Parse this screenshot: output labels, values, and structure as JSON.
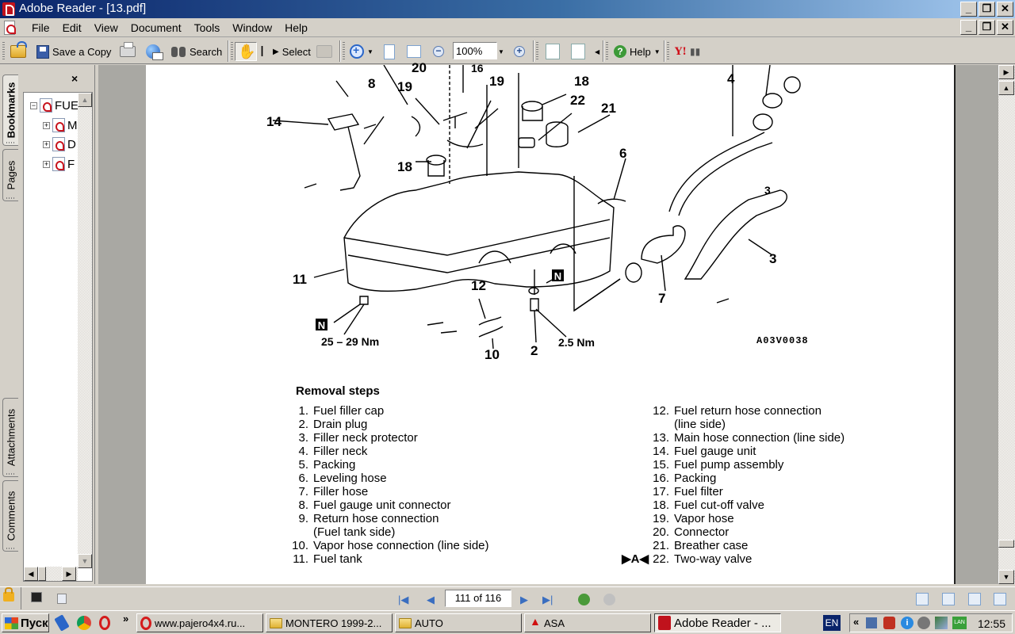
{
  "window": {
    "title": "Adobe Reader - [13.pdf]",
    "minimize": "_",
    "restore": "❐",
    "close": "✕"
  },
  "menu": {
    "items": [
      "File",
      "Edit",
      "View",
      "Document",
      "Tools",
      "Window",
      "Help"
    ]
  },
  "toolbar": {
    "save_copy": "Save a Copy",
    "search": "Search",
    "select": "Select",
    "zoom_value": "100%",
    "help": "Help",
    "yahoo": "Y!"
  },
  "nav_tabs": [
    "Bookmarks",
    "Pages",
    "Attachments",
    "Comments"
  ],
  "bookmarks": {
    "close": "×",
    "items": [
      {
        "label": "FUEL",
        "toggle": "−",
        "level": 0
      },
      {
        "label": "M",
        "toggle": "+",
        "level": 1
      },
      {
        "label": "D",
        "toggle": "+",
        "level": 1
      },
      {
        "label": "F",
        "toggle": "+",
        "level": 1
      }
    ]
  },
  "diagram": {
    "callouts": [
      "14",
      "8",
      "19",
      "20",
      "16",
      "19",
      "18",
      "22",
      "21",
      "18",
      "4",
      "6",
      "3",
      "3",
      "7",
      "11",
      "12",
      "10",
      "2"
    ],
    "torque_left": "25 – 29 Nm",
    "torque_right": "2.5 Nm",
    "new_part_marker": "N",
    "figure_code": "A03V0038"
  },
  "removal": {
    "title": "Removal steps",
    "left": [
      {
        "num": "1.",
        "lines": [
          "Fuel filler cap"
        ]
      },
      {
        "num": "2.",
        "lines": [
          "Drain plug"
        ]
      },
      {
        "num": "3.",
        "lines": [
          "Filler neck protector"
        ]
      },
      {
        "num": "4.",
        "lines": [
          "Filler neck"
        ]
      },
      {
        "num": "5.",
        "lines": [
          "Packing"
        ]
      },
      {
        "num": "6.",
        "lines": [
          "Leveling hose"
        ]
      },
      {
        "num": "7.",
        "lines": [
          "Filler hose"
        ]
      },
      {
        "num": "8.",
        "lines": [
          "Fuel gauge unit connector"
        ]
      },
      {
        "num": "9.",
        "lines": [
          "Return hose connection",
          "(Fuel tank side)"
        ]
      },
      {
        "num": "10.",
        "lines": [
          "Vapor hose connection (line side)"
        ]
      },
      {
        "num": "11.",
        "lines": [
          "Fuel tank"
        ]
      }
    ],
    "right": [
      {
        "num": "12.",
        "lines": [
          "Fuel return hose connection",
          "(line side)"
        ]
      },
      {
        "num": "13.",
        "lines": [
          "Main hose connection (line side)"
        ]
      },
      {
        "num": "14.",
        "lines": [
          "Fuel gauge unit"
        ]
      },
      {
        "num": "15.",
        "lines": [
          "Fuel pump assembly"
        ]
      },
      {
        "num": "16.",
        "lines": [
          "Packing"
        ]
      },
      {
        "num": "17.",
        "lines": [
          "Fuel filter"
        ]
      },
      {
        "num": "18.",
        "lines": [
          "Fuel cut-off valve"
        ]
      },
      {
        "num": "19.",
        "lines": [
          "Vapor hose"
        ]
      },
      {
        "num": "20.",
        "lines": [
          "Connector"
        ]
      },
      {
        "num": "21.",
        "lines": [
          "Breather case"
        ]
      },
      {
        "num": "22.",
        "lines": [
          "Two-way valve"
        ],
        "mark": "▶A◀"
      }
    ]
  },
  "statusbar": {
    "page_display": "111 of 116",
    "current_page": 111,
    "total_pages": 116
  },
  "taskbar": {
    "start": "Пуск",
    "overflow": "»",
    "buttons": [
      {
        "label": "www.pajero4x4.ru...",
        "icon": "opera-icon"
      },
      {
        "label": "MONTERO 1999-2...",
        "icon": "folder-icon"
      },
      {
        "label": "AUTO",
        "icon": "folder-icon"
      },
      {
        "label": "ASA",
        "icon": "mitsubishi-icon"
      },
      {
        "label": "Adobe Reader - ...",
        "icon": "adobe-reader-icon",
        "active": true
      }
    ],
    "language": "EN",
    "tray_expand": "«",
    "clock": "12:55"
  }
}
